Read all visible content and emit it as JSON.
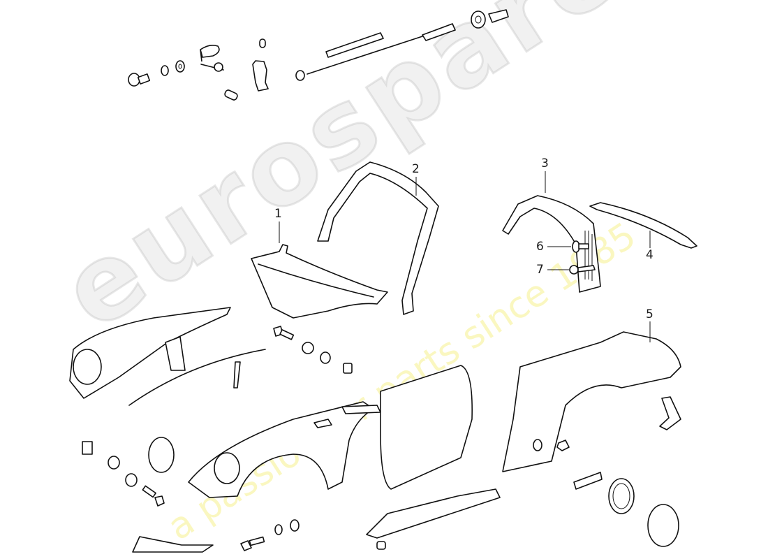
{
  "diagram": {
    "subject": "Car body panels exploded parts diagram",
    "callouts": [
      {
        "id": "1",
        "label": "1",
        "part": "windshield frame / cowl panel"
      },
      {
        "id": "2",
        "label": "2",
        "part": "windshield surround frame"
      },
      {
        "id": "3",
        "label": "3",
        "part": "roll bar / targa hoop trim"
      },
      {
        "id": "4",
        "label": "4",
        "part": "roof rail trim"
      },
      {
        "id": "5",
        "label": "5",
        "part": "rear quarter panel"
      },
      {
        "id": "6",
        "label": "6",
        "part": "fastener"
      },
      {
        "id": "7",
        "label": "7",
        "part": "screw"
      }
    ]
  },
  "watermark": {
    "brand": "eurospares",
    "tagline": "a passion for parts since 1985",
    "brand_color": "#c8c8c8",
    "tagline_color": "#f5f08c"
  }
}
